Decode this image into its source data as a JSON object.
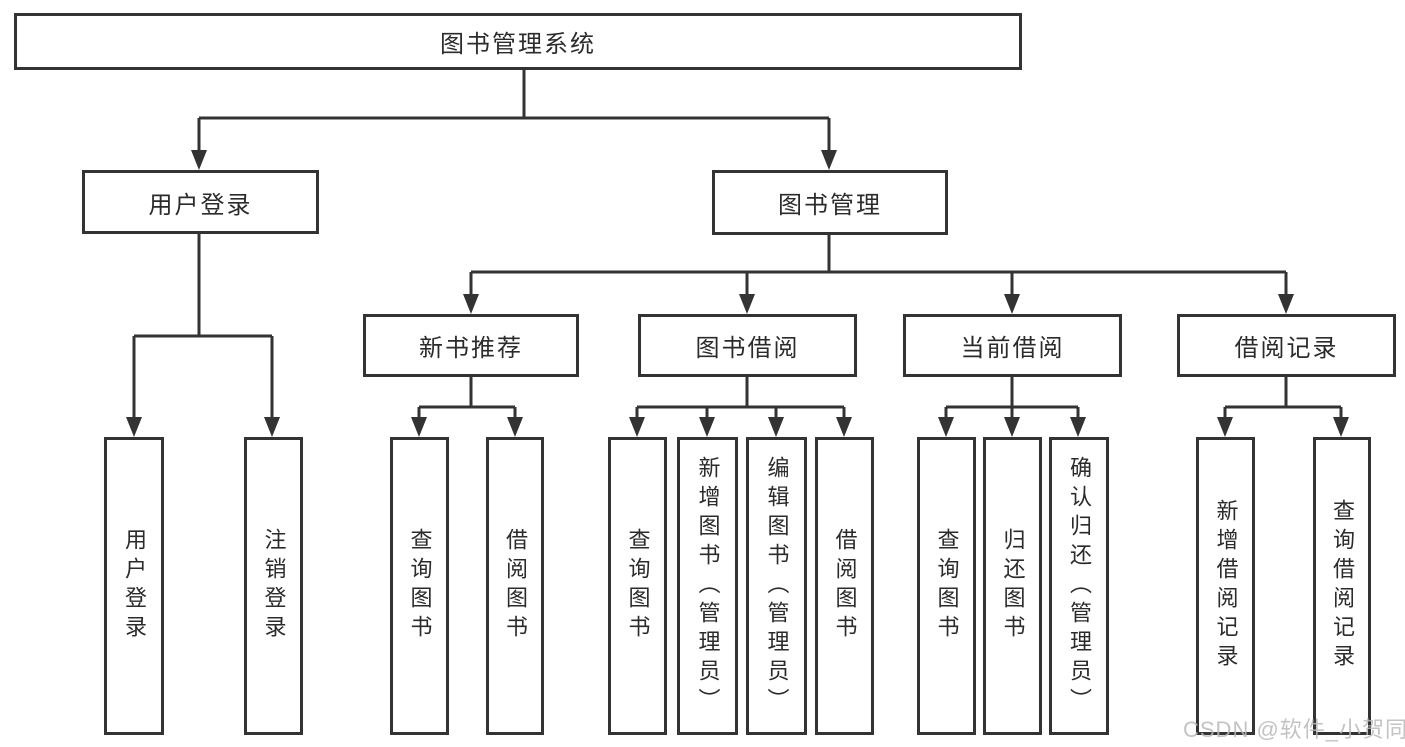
{
  "tree": {
    "root": {
      "label": "图书管理系统"
    },
    "branches": [
      {
        "label": "用户登录",
        "children": [
          {
            "label": "用户登录"
          },
          {
            "label": "注销登录"
          }
        ]
      },
      {
        "label": "图书管理",
        "children": [
          {
            "label": "新书推荐",
            "children": [
              {
                "label": "查询图书"
              },
              {
                "label": "借阅图书"
              }
            ]
          },
          {
            "label": "图书借阅",
            "children": [
              {
                "label": "查询图书"
              },
              {
                "label": "新增图书（管理员）"
              },
              {
                "label": "编辑图书（管理员）"
              },
              {
                "label": "借阅图书"
              }
            ]
          },
          {
            "label": "当前借阅",
            "children": [
              {
                "label": "查询图书"
              },
              {
                "label": "归还图书"
              },
              {
                "label": "确认归还（管理员）"
              }
            ]
          },
          {
            "label": "借阅记录",
            "children": [
              {
                "label": "新增借阅记录"
              },
              {
                "label": "查询借阅记录"
              }
            ]
          }
        ]
      }
    ]
  },
  "watermark": "CSDN @软件_小贺同学",
  "colors": {
    "background": "#ffffff",
    "box_border": "#333333",
    "connector_line": "#333333",
    "text": "#2b2b2b",
    "watermark": "#b9b9b9"
  }
}
